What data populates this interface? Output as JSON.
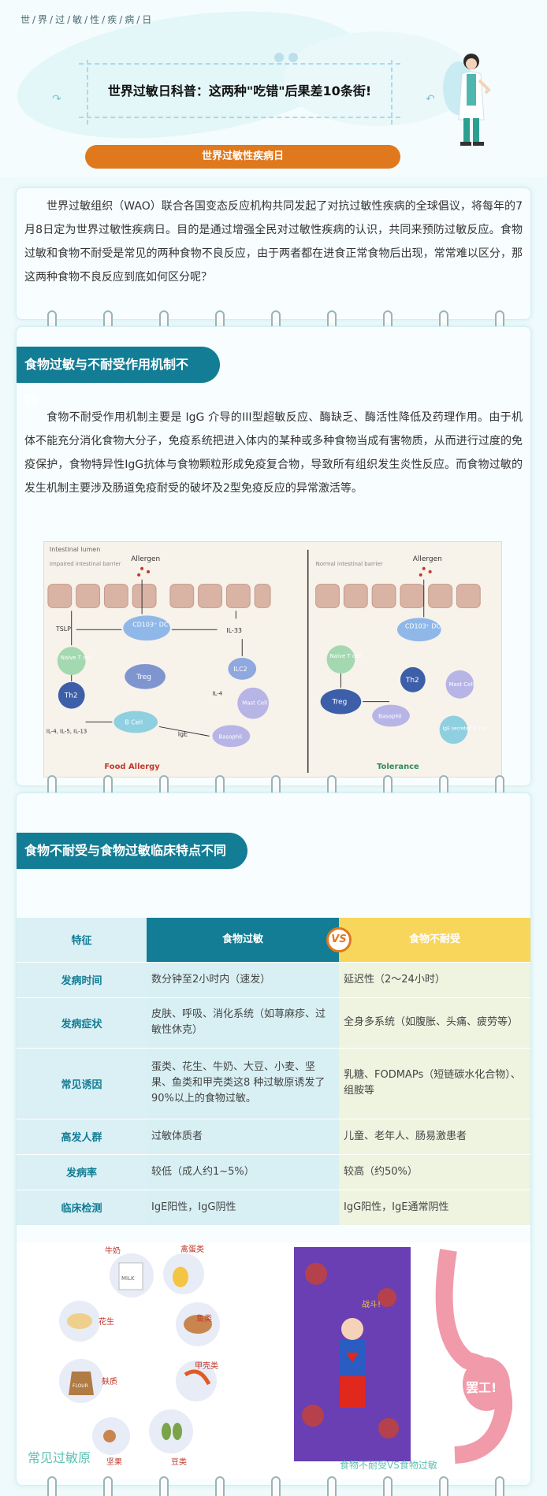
{
  "header": {
    "breadcrumb": "世/界/过/敏/性/疾/病/日",
    "title": "世界过敏日科普：这两种\"吃错\"后果差10条街!",
    "pill_label": "世界过敏性疾病日"
  },
  "intro": {
    "text": "世界过敏组织（WAO）联合各国变态反应机构共同发起了对抗过敏性疾病的全球倡议，将每年的7月8日定为世界过敏性疾病日。目的是通过增强全民对过敏性疾病的认识，共同来预防过敏反应。食物过敏和食物不耐受是常见的两种食物不良反应，由于两者都在进食正常食物后出现，常常难以区分，那这两种食物不良反应到底如何区分呢？"
  },
  "section1": {
    "heading": "食物过敏与不耐受作用机制不同",
    "text": "食物不耐受作用机制主要是 IgG 介导的III型超敏反应、酶缺乏、酶活性降低及药理作用。由于机体不能充分消化食物大分子，免疫系统把进入体内的某种或多种食物当成有害物质，从而进行过度的免疫保护，食物特异性IgG抗体与食物颗粒形成免疫复合物，导致所有组织发生炎性反应。而食物过敏的发生机制主要涉及肠道免疫耐受的破坏及2型免疫反应的异常激活等。",
    "figure": {
      "left_top": "Intestinal lumen",
      "left_barrier": "Impaired intestinal barrier",
      "right_barrier": "Normal intestinal barrier",
      "allergen": "Allergen",
      "tslp": "TSLP",
      "dc": "CD103⁺ DC",
      "il33": "IL-33",
      "ilc2": "ILC2",
      "naive": "Naive T cell",
      "treg": "Treg",
      "th2": "Th2",
      "il4": "IL-4",
      "mast": "Mast Cell",
      "cytokines": "IL-4, IL-5, IL-13",
      "bcell": "B Cell",
      "ige": "IgE",
      "basophil": "Basophil",
      "ige_b": "IgE secreted B Cell",
      "label_left": "Food Allergy",
      "label_right": "Tolerance"
    }
  },
  "section2": {
    "heading": "食物不耐受与食物过敏临床特点不同",
    "table": {
      "headers": [
        "特征",
        "食物过敏",
        "食物不耐受"
      ],
      "vs": "VS",
      "rows": [
        [
          "发病时间",
          "数分钟至2小时内（速发）",
          "延迟性（2～24小时）"
        ],
        [
          "发病症状",
          "皮肤、呼吸、消化系统（如荨麻疹、过敏性休克）",
          "全身多系统（如腹胀、头痛、疲劳等）"
        ],
        [
          "常见诱因",
          "蛋类、花生、牛奶、大豆、小麦、坚果、鱼类和甲壳类这8 种过敏原诱发了90%以上的食物过敏。",
          "乳糖、FODMAPs（短链碳水化合物）、组胺等"
        ],
        [
          "高发人群",
          "过敏体质者",
          "儿童、老年人、肠易激患者"
        ],
        [
          "发病率",
          "较低（成人约1~5%）",
          "较高（约50%）"
        ],
        [
          "临床检测",
          "IgE阳性，IgG阴性",
          "IgG阳性，IgE通常阴性"
        ]
      ]
    },
    "allergens": {
      "caption": "常见过敏原",
      "items": [
        "牛奶",
        "禽蛋类",
        "鱼类",
        "甲壳类",
        "豆类",
        "坚果",
        "麸质",
        "花生"
      ],
      "milk_carton": "MILK",
      "flour_bag": "FLOUR"
    },
    "comic": {
      "caption": "食物不耐受VS食物过敏",
      "shout": "战斗!",
      "stomach": "罢工!"
    }
  },
  "colors": {
    "accent": "#127d95",
    "pill": "#e0781d",
    "intolerance": "#f8d65c",
    "caption": "#62c1b4"
  }
}
